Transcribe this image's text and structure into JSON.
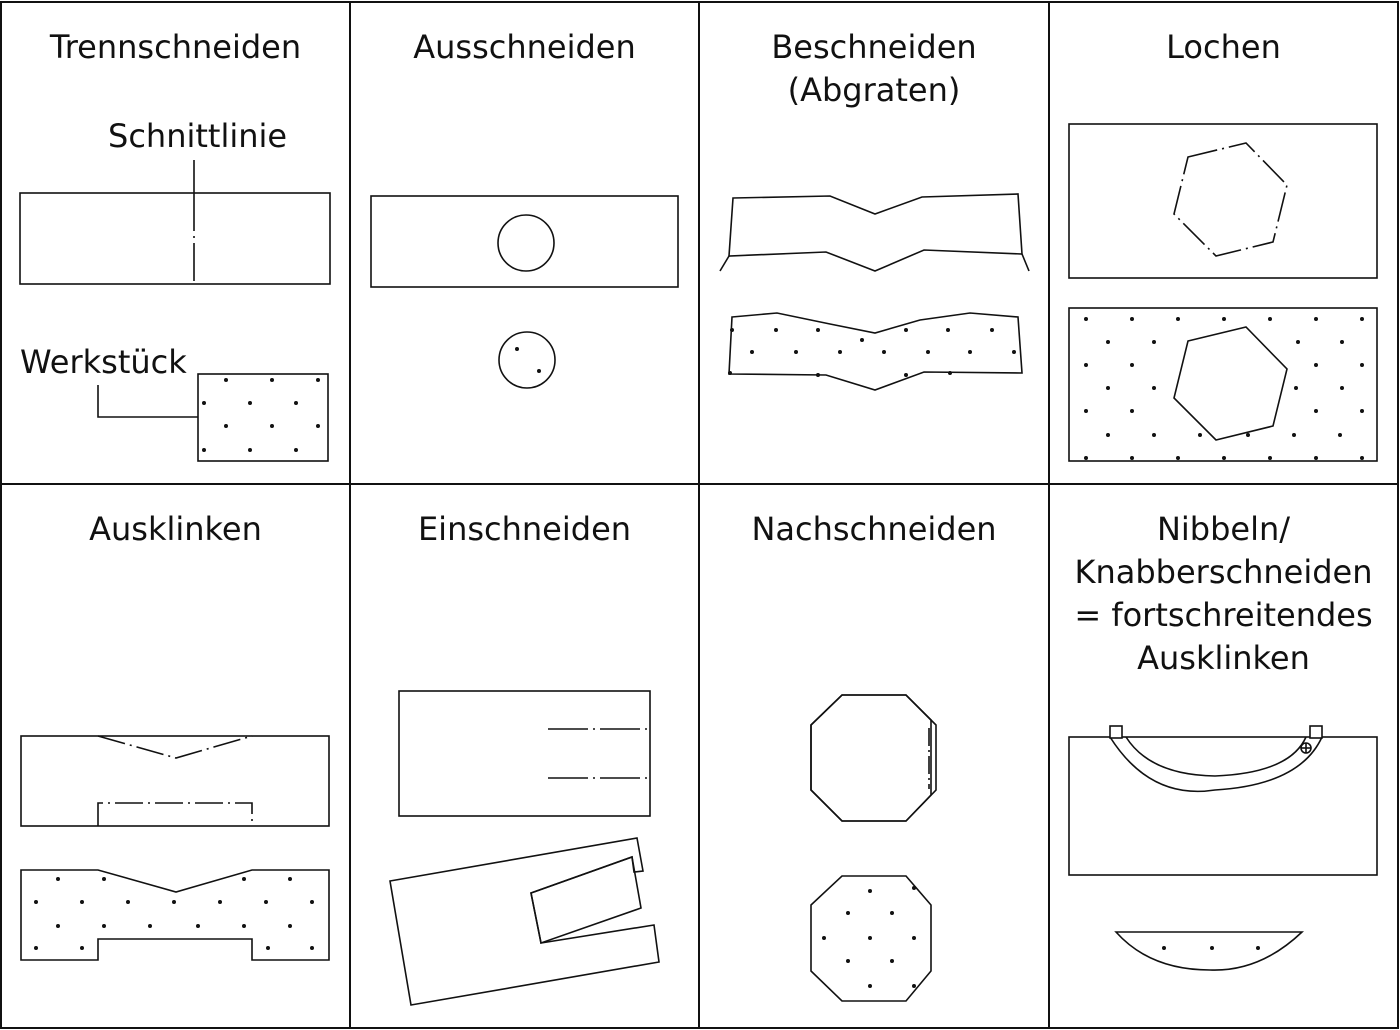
{
  "cells": [
    {
      "id": "trennschneiden",
      "title": "Trennschneiden"
    },
    {
      "id": "ausschneiden",
      "title": "Ausschneiden"
    },
    {
      "id": "beschneiden",
      "title": "Beschneiden\n(Abgraten)"
    },
    {
      "id": "lochen",
      "title": "Lochen"
    },
    {
      "id": "ausklinken",
      "title": "Ausklinken"
    },
    {
      "id": "einschneiden",
      "title": "Einschneiden"
    },
    {
      "id": "nachschneiden",
      "title": "Nachschneiden"
    },
    {
      "id": "nibbeln",
      "title": "Nibbeln/\nKnabberschneiden\n= fortschreitendes\nAusklinken"
    }
  ],
  "labels": {
    "schnittlinie": "Schnittlinie",
    "werkstueck": "Werkstück"
  },
  "colors": {
    "line": "#111111",
    "background": "#ffffff"
  }
}
